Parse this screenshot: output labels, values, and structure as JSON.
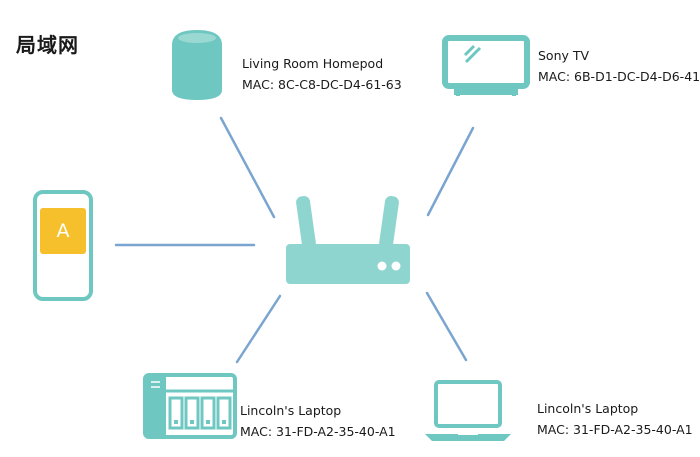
{
  "title": "局域网",
  "colors": {
    "device": "#6fc7c1",
    "device_fill": "#8fd5cf",
    "line": "#7aa5d0",
    "avatar": "#f5c02c"
  },
  "phone": {
    "letter": "A"
  },
  "devices": [
    {
      "id": "homepod",
      "name": "Living Room Homepod",
      "mac": "MAC: 8C-C8-DC-D4-61-63"
    },
    {
      "id": "tv",
      "name": "Sony TV",
      "mac": "MAC: 6B-D1-DC-D4-D6-41"
    },
    {
      "id": "nas",
      "name": "Lincoln's Laptop",
      "mac": "MAC: 31-FD-A2-35-40-A1"
    },
    {
      "id": "laptop",
      "name": "Lincoln's Laptop",
      "mac": "MAC: 31-FD-A2-35-40-A1"
    }
  ]
}
